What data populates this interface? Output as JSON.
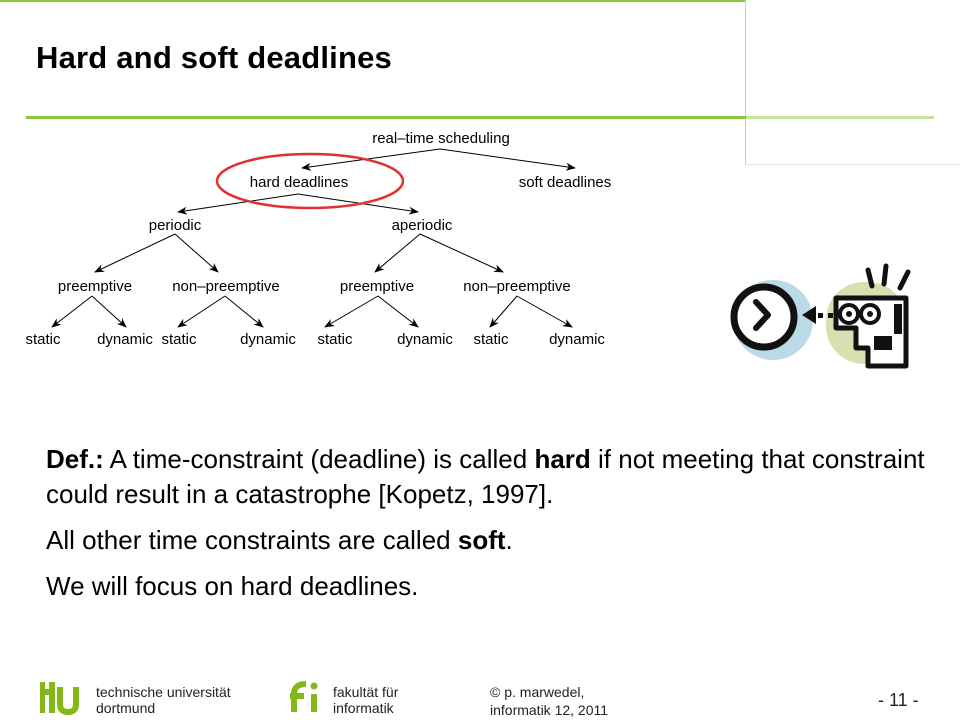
{
  "slide": {
    "title": "Hard and soft deadlines"
  },
  "tree": {
    "root": "real–time scheduling",
    "level1": [
      "hard deadlines",
      "soft deadlines"
    ],
    "level2": [
      "periodic",
      "aperiodic"
    ],
    "level3": [
      "preemptive",
      "non–preemptive",
      "preemptive",
      "non–preemptive"
    ],
    "level4": [
      "static",
      "dynamic",
      "static",
      "dynamic",
      "static",
      "dynamic",
      "static",
      "dynamic"
    ],
    "highlight_color": "#e03030"
  },
  "icon": {
    "name": "deadline-clock-icon",
    "clock_bg": "#b9dae6",
    "face_bg": "#d8dfb0"
  },
  "body": {
    "def_label": "Def.:",
    "def_text_1": " A time-constraint (deadline) is called ",
    "def_hard": "hard",
    "def_text_2": " if not meeting that constraint could result in a catastrophe [Kopetz, 1997].",
    "p2_text": "All other time constraints are called ",
    "p2_soft": "soft",
    "p2_end": ".",
    "p3": "We will focus on hard deadlines."
  },
  "footer": {
    "tu_line1": "technische universität",
    "tu_line2": "dortmund",
    "fi_line1": "fakultät für",
    "fi_line2": "informatik",
    "copyright": "©",
    "author_line1": "p. marwedel,",
    "author_line2": "informatik 12,  2011",
    "page": "-  11 -"
  },
  "colors": {
    "accent_green": "#8dc63f",
    "accent_light_green": "#c6e59a",
    "logo_green": "#84b819"
  }
}
